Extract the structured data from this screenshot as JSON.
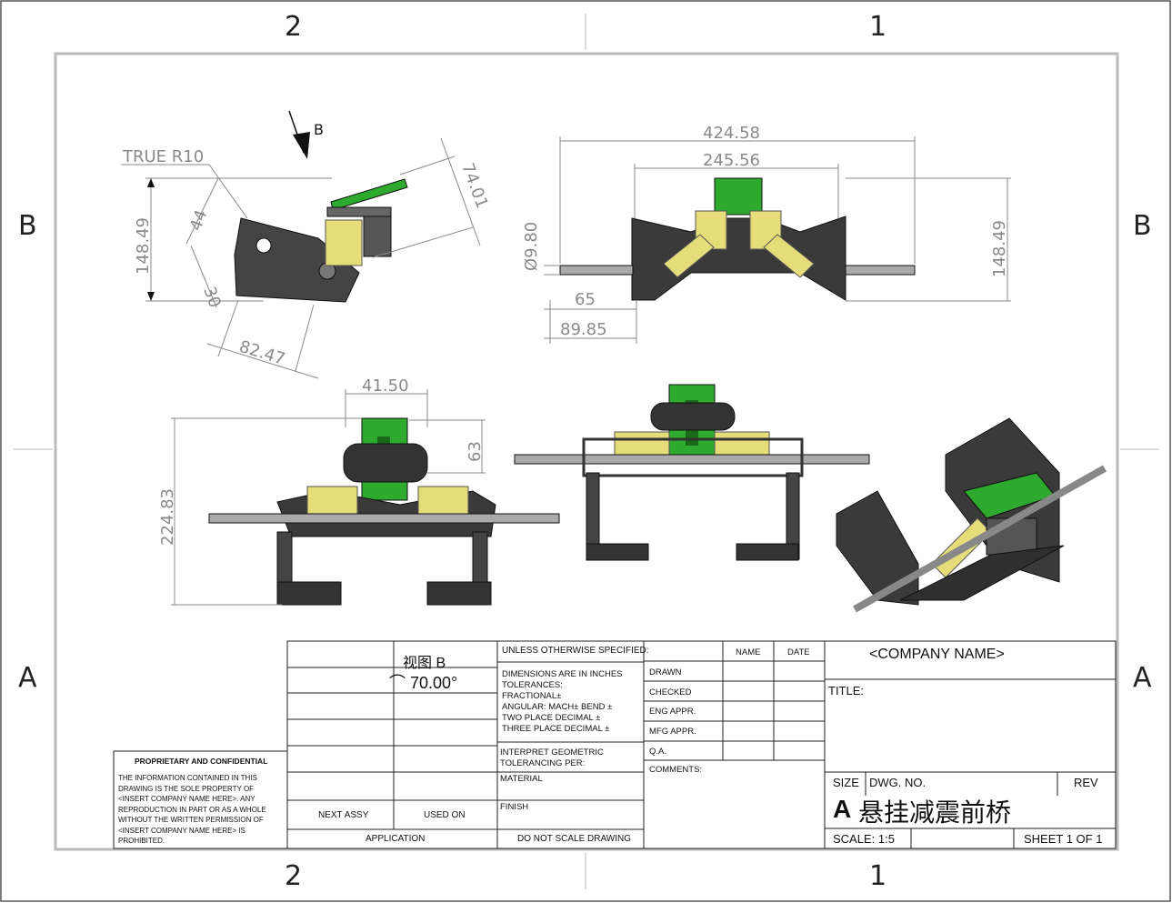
{
  "zones": {
    "top_left": "2",
    "top_right": "1",
    "bottom_left": "2",
    "bottom_right": "1",
    "side_left_upper": "B",
    "side_right_upper": "B",
    "side_left_lower": "A",
    "side_right_lower": "A"
  },
  "views": {
    "section_label": "B",
    "side_view": {
      "true_radius": "TRUE R10",
      "height": "148.49",
      "dim_44": "44",
      "dim_30": "30",
      "dim_82": "82.47",
      "dim_74": "74.01"
    },
    "front_view": {
      "overall_width": "424.58",
      "inner_width": "245.56",
      "height": "148.49",
      "shaft_dia": "Ø9.80",
      "dim_65": "65",
      "dim_89": "89.85"
    },
    "view_b": {
      "plate_width": "41.50",
      "plate_height": "63",
      "overall_height": "224.83"
    }
  },
  "title_block": {
    "view_name": "视图 B",
    "view_angle": "70.00°",
    "unless": "UNLESS OTHERWISE SPECIFIED:",
    "dims_in": "DIMENSIONS ARE IN INCHES",
    "tolerances": "TOLERANCES:",
    "fractional": "FRACTIONAL±",
    "angular": "ANGULAR: MACH±    BEND ±",
    "two_place": "TWO PLACE DECIMAL    ±",
    "three_place": "THREE PLACE DECIMAL  ±",
    "interpret": "INTERPRET GEOMETRIC",
    "tol_per": "TOLERANCING PER:",
    "material": "MATERIAL",
    "finish": "FINISH",
    "do_not_scale": "DO NOT SCALE DRAWING",
    "next_assy": "NEXT ASSY",
    "used_on": "USED ON",
    "application": "APPLICATION",
    "col_name": "NAME",
    "col_date": "DATE",
    "rows": [
      "DRAWN",
      "CHECKED",
      "ENG APPR.",
      "MFG APPR.",
      "Q.A."
    ],
    "comments": "COMMENTS:",
    "company": "<COMPANY NAME>",
    "title_label": "TITLE:",
    "size_label": "SIZE",
    "dwg_no_label": "DWG.  NO.",
    "rev_label": "REV",
    "size_value": "A",
    "dwg_title": "悬挂减震前桥",
    "scale": "SCALE: 1:5",
    "sheet": "SHEET 1 OF 1",
    "prop_title": "PROPRIETARY AND CONFIDENTIAL",
    "prop_lines": [
      "THE INFORMATION CONTAINED IN THIS",
      "DRAWING IS THE SOLE PROPERTY OF",
      "<INSERT COMPANY NAME HERE>.  ANY",
      "REPRODUCTION IN PART OR AS A WHOLE",
      "WITHOUT THE WRITTEN PERMISSION OF",
      "<INSERT COMPANY NAME HERE> IS",
      "PROHIBITED."
    ]
  },
  "colors": {
    "green": "#2eaa2e",
    "spring": "#e6dc7a",
    "metal": "#333333",
    "dim": "#8a8a8a"
  }
}
